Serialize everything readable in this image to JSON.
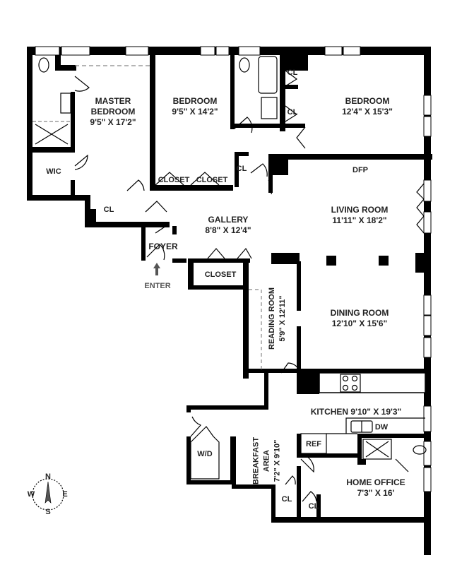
{
  "floorplan": {
    "rooms": [
      {
        "id": "master-bedroom",
        "name_lines": [
          "MASTER",
          "BEDROOM"
        ],
        "dimensions": "9'5\" X 17'2\""
      },
      {
        "id": "bedroom-2",
        "name": "BEDROOM",
        "dimensions": "9'5\" X 14'2\""
      },
      {
        "id": "bedroom-3",
        "name": "BEDROOM",
        "dimensions": "12'4\" X 15'3\""
      },
      {
        "id": "living-room",
        "name": "LIVING ROOM",
        "dimensions": "11'11\" X 18'2\""
      },
      {
        "id": "gallery",
        "name": "GALLERY",
        "dimensions": "8'8\" X 12'4\""
      },
      {
        "id": "dining-room",
        "name": "DINING ROOM",
        "dimensions": "12'10\" X 15'6\""
      },
      {
        "id": "reading-room",
        "name": "READING ROOM",
        "dimensions": "5'9\" X 12'11\""
      },
      {
        "id": "kitchen",
        "name": "KITCHEN 9'10\" X 19'3\""
      },
      {
        "id": "breakfast-area",
        "name": "BREAKFAST",
        "name2": "AREA",
        "dimensions": "7'2\" X 9'10\""
      },
      {
        "id": "home-office",
        "name": "HOME OFFICE",
        "dimensions": "7'3\" X 16'"
      },
      {
        "id": "foyer",
        "name": "FOYER"
      }
    ],
    "small_labels": {
      "wic": "WIC",
      "closet_a": "CLOSET",
      "closet_b": "CLOSET",
      "closet_gallery": "CLOSET",
      "cl_bedroom_top": "CL",
      "cl_bedroom_mid": "CL",
      "cl_hall": "CL",
      "cl_gallery_left": "CL",
      "cl_breakfast": "CL",
      "cl_office": "CL",
      "dfp": "DFP",
      "dw": "DW",
      "ref": "REF",
      "wd": "W/D"
    },
    "entry_label": "ENTER",
    "compass": {
      "n": "N",
      "s": "S",
      "e": "E",
      "w": "W"
    }
  }
}
